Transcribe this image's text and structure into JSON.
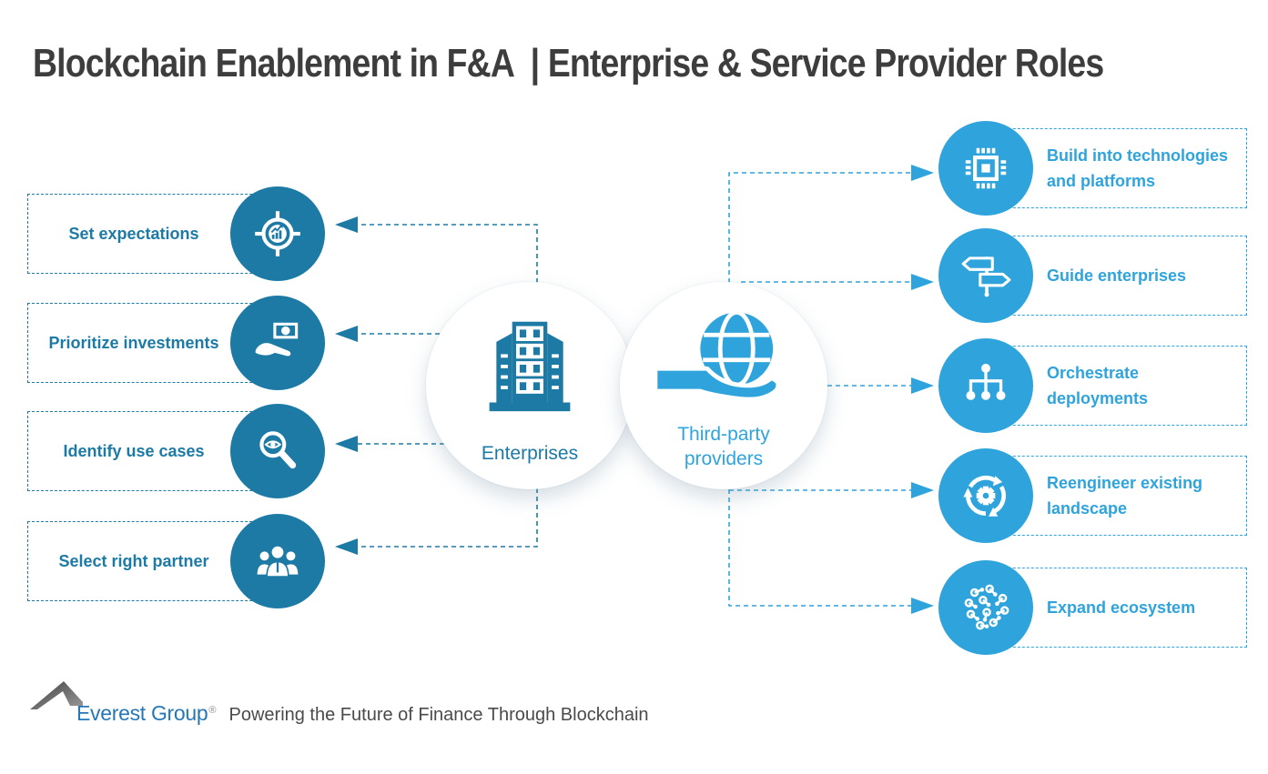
{
  "title": "Blockchain Enablement in F&A  | Enterprise & Service Provider Roles",
  "colors": {
    "dark_blue": "#1C7AA5",
    "light_blue": "#2FA4DC",
    "title_gray": "#3D3D3D",
    "logo_blue": "#2677B8",
    "tagline_gray": "#4A4A4A",
    "mountain_gray": "#5A5A5A"
  },
  "center": {
    "enterprises": {
      "label": "Enterprises",
      "icon": "building-icon"
    },
    "providers": {
      "label": "Third-party\nproviders",
      "icon": "hand-globe-icon"
    }
  },
  "enterprise_roles": [
    {
      "label": "Set expectations",
      "icon": "target-chart-icon"
    },
    {
      "label": "Prioritize investments",
      "icon": "hand-money-icon"
    },
    {
      "label": "Identify use cases",
      "icon": "magnifier-eye-icon"
    },
    {
      "label": "Select right partner",
      "icon": "team-icon"
    }
  ],
  "provider_roles": [
    {
      "label": "Build into technologies\nand platforms",
      "icon": "chip-icon"
    },
    {
      "label": "Guide enterprises",
      "icon": "signpost-icon"
    },
    {
      "label": "Orchestrate\ndeployments",
      "icon": "org-tree-icon"
    },
    {
      "label": "Reengineer existing\nlandscape",
      "icon": "recycle-gear-icon"
    },
    {
      "label": "Expand ecosystem",
      "icon": "network-nodes-icon"
    }
  ],
  "footer": {
    "logo_text": "Everest Group",
    "registered_mark": "®",
    "tagline": "Powering the Future of Finance Through Blockchain"
  }
}
